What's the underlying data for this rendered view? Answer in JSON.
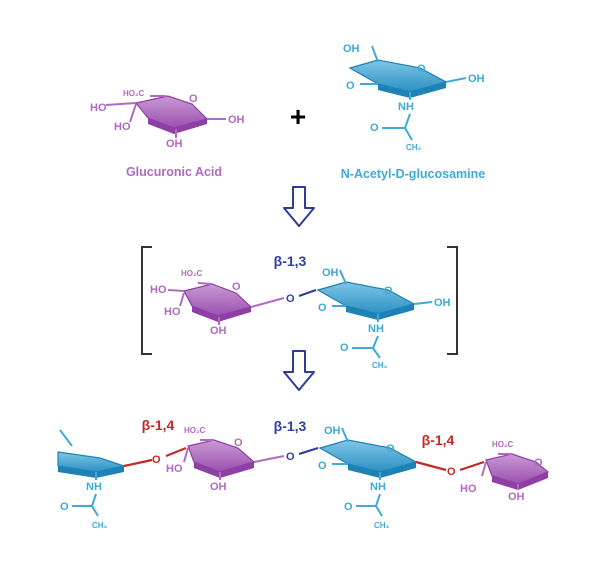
{
  "colors": {
    "glucuronic": "#b06bc0",
    "glucuronic_dark": "#8e3fa3",
    "glcnac": "#41a9d6",
    "glcnac_dark": "#1f82b5",
    "beta13_label": "#2b3fa6",
    "beta14_label": "#c62828",
    "arrow": "#2e3b9c",
    "bracket": "#333333",
    "plus": "#000000"
  },
  "reactants": {
    "glucuronic_acid": {
      "name": "Glucuronic Acid",
      "labels": {
        "carboxyl": "HO₂C",
        "ho_left": "HO",
        "ho_lower": "HO",
        "oh_bottom": "OH",
        "oh_right": "OH",
        "ring_o": "O"
      }
    },
    "plus_sign": "+",
    "n_acetyl_glucosamine": {
      "name": "N-Acetyl-D-glucosamine",
      "labels": {
        "oh_top": "OH",
        "ring_o": "O",
        "oh_right": "OH",
        "o_left": "O",
        "nh": "NH",
        "o_acetyl": "O",
        "ch3": "CH₃"
      }
    }
  },
  "disaccharide": {
    "linkage_label": "β-1,3",
    "labels": {
      "carboxyl": "HO₂C",
      "ho_left": "HO",
      "ho_lower": "HO",
      "oh_bottom": "OH",
      "ring_o_left": "O",
      "bridge_o": "O",
      "oh_top": "OH",
      "ring_o_right": "O",
      "oh_right": "OH",
      "o_left": "O",
      "nh": "NH",
      "o_acetyl": "O",
      "ch3": "CH₃"
    }
  },
  "polymer": {
    "linkage_left": "β-1,4",
    "linkage_middle": "β-1,3",
    "linkage_right": "β-1,4",
    "labels": {
      "nh_left": "NH",
      "o_acetyl_left": "O",
      "ch3_left": "CH₃",
      "bridge_o_left": "O",
      "carboxyl_1": "HO₂C",
      "ring_o_1": "O",
      "ho_1": "HO",
      "oh_1": "OH",
      "bridge_o_mid": "O",
      "oh_top": "OH",
      "ring_o_2": "O",
      "o_left_2": "O",
      "nh_2": "NH",
      "o_acetyl_2": "O",
      "ch3_2": "CH₃",
      "bridge_o_right": "O",
      "carboxyl_3": "HO₂C",
      "ring_o_3": "O",
      "ho_3": "HO",
      "oh_3": "OH"
    }
  }
}
